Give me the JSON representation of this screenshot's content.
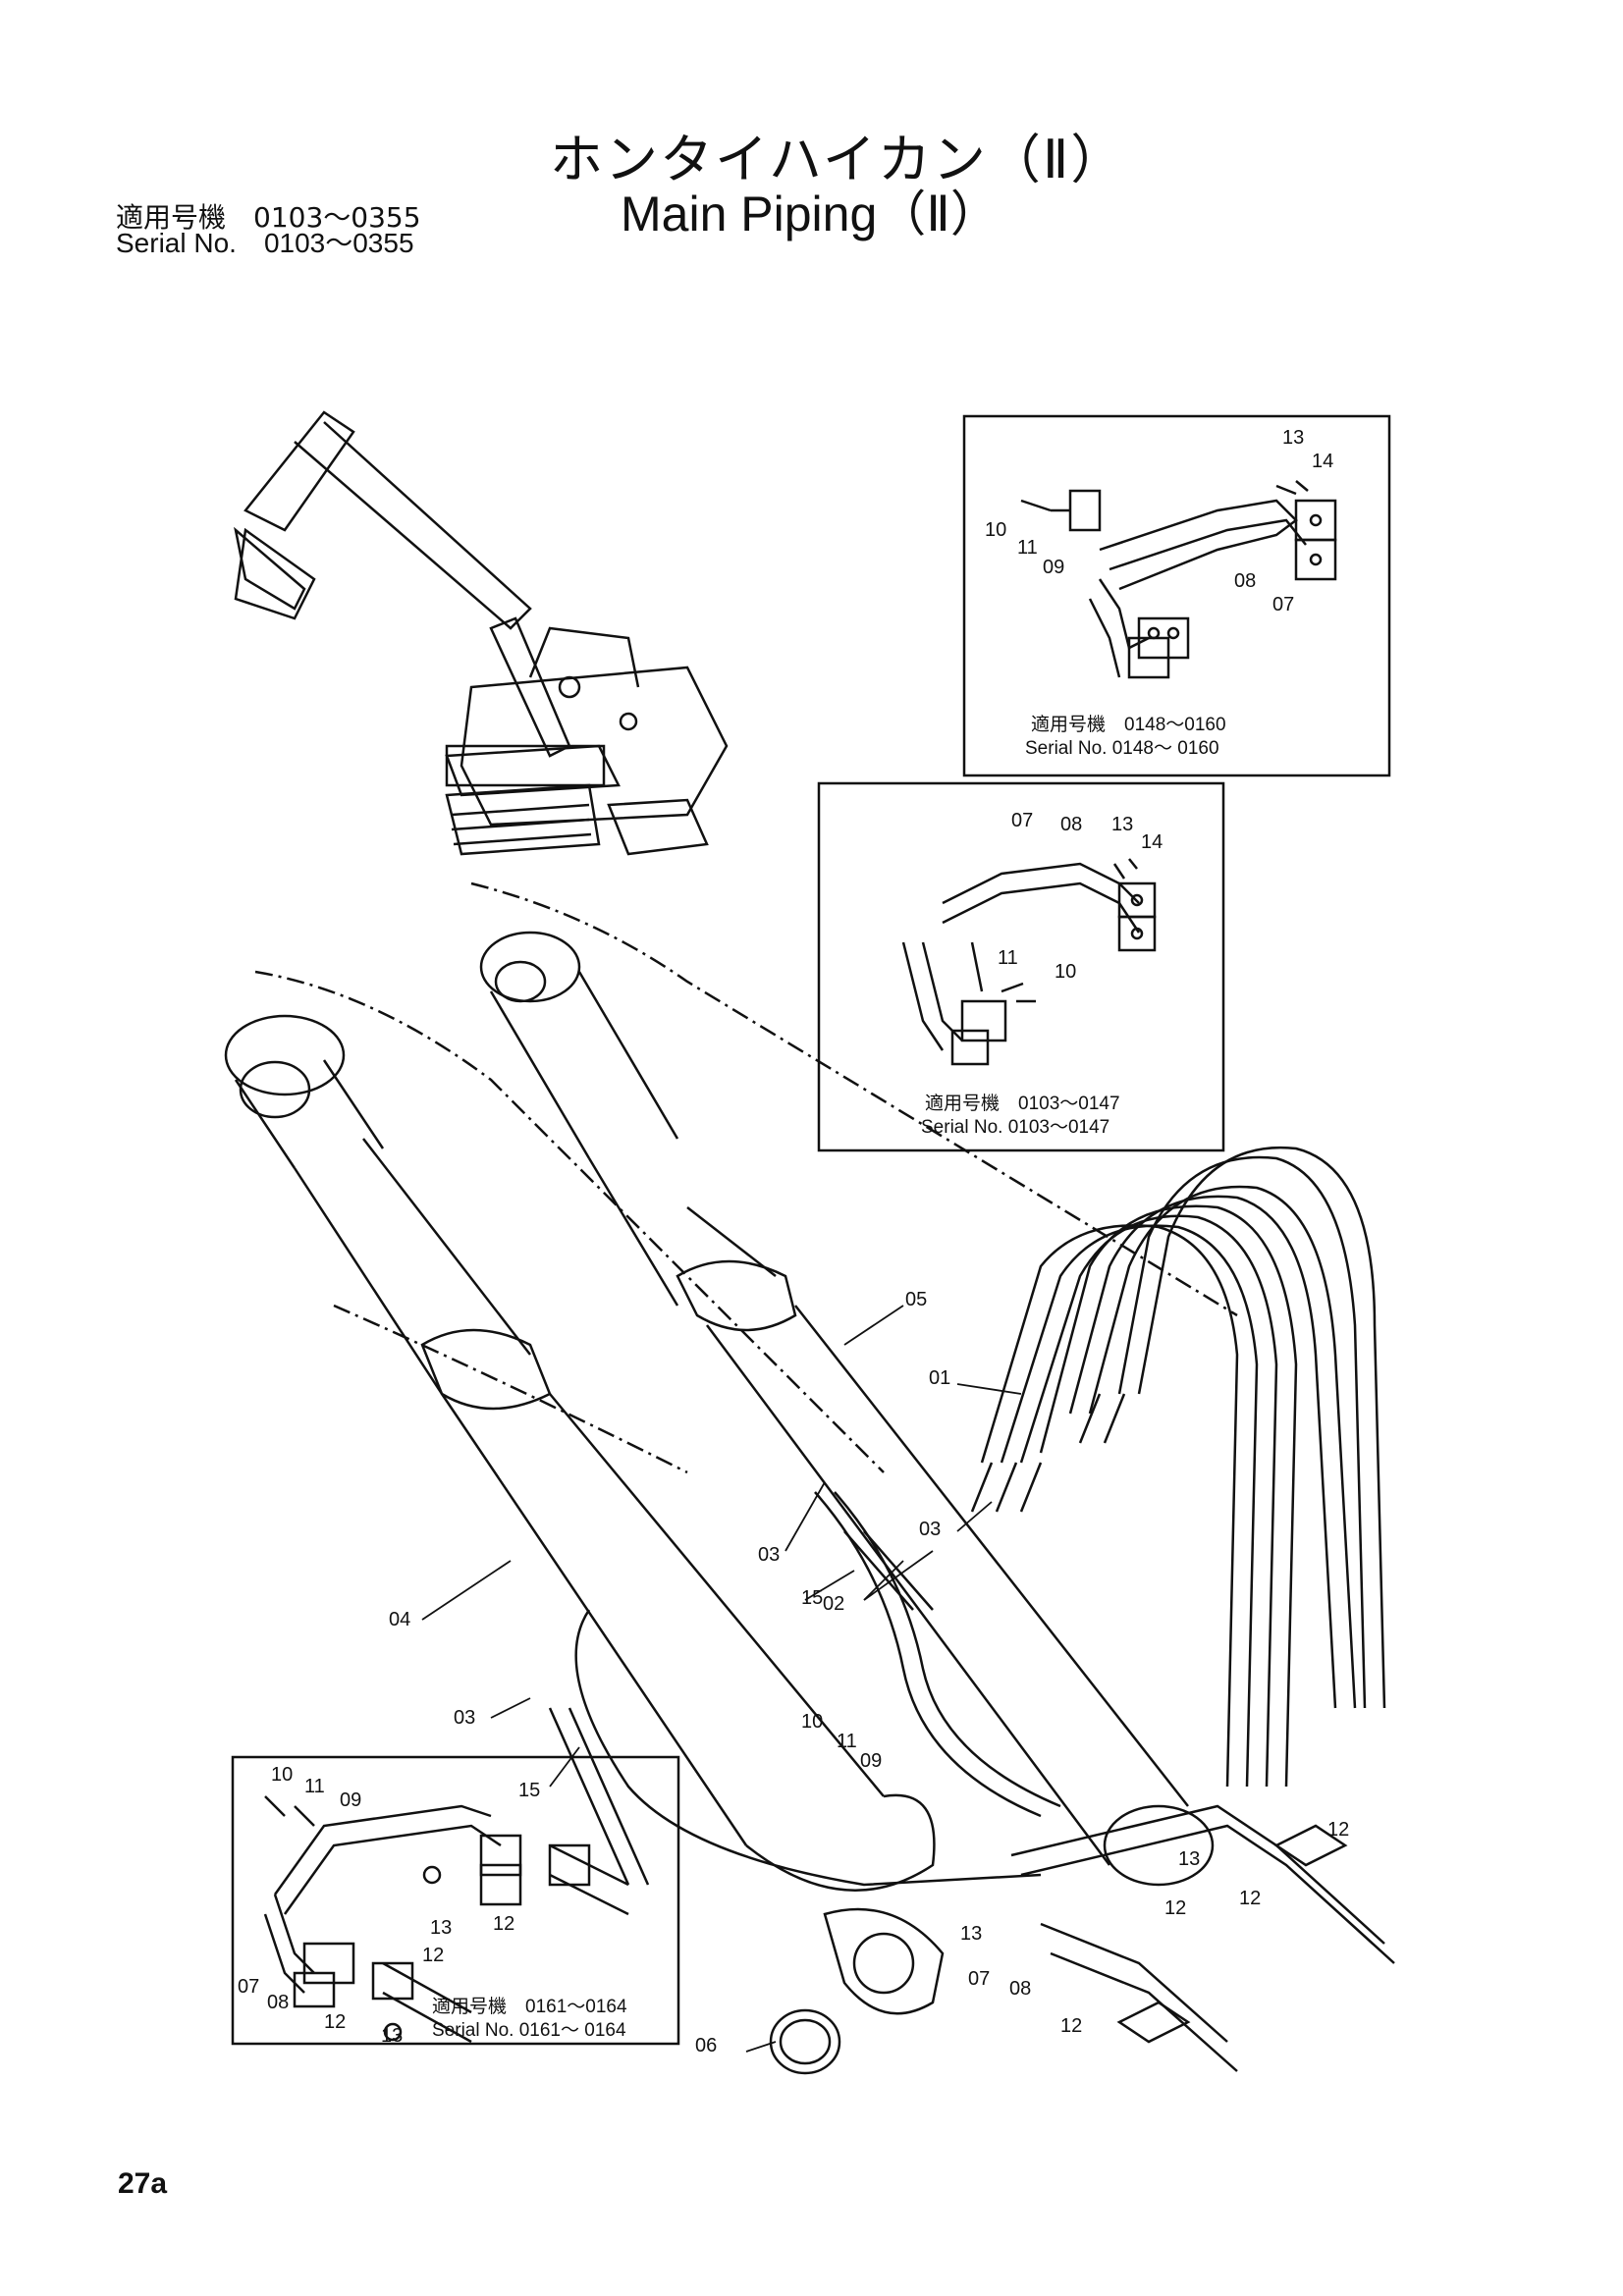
{
  "title": {
    "jp": "ホンタイハイカン（Ⅱ）",
    "en": "Main Piping（Ⅱ）"
  },
  "serial": {
    "jp": "適用号機　0103〜0355",
    "en": "Serial  No.　0103〜0355"
  },
  "page_number": "27a",
  "insets": {
    "top": {
      "caption_jp": "適用号機　0148〜0160",
      "caption_en": "Serial No. 0148〜 0160",
      "labels": [
        "13",
        "14",
        "10",
        "11",
        "09",
        "08",
        "07"
      ]
    },
    "middle": {
      "caption_jp": "適用号機　0103〜0147",
      "caption_en": "Serial No. 0103〜0147",
      "labels": [
        "07",
        "08",
        "13",
        "14",
        "11",
        "10"
      ]
    },
    "bottom": {
      "caption_jp": "適用号機　0161〜0164",
      "caption_en": "Serial No. 0161〜 0164",
      "labels": [
        "10",
        "11",
        "09",
        "13",
        "12",
        "12",
        "07",
        "08",
        "12",
        "13"
      ]
    }
  },
  "main_labels": [
    "05",
    "01",
    "03",
    "03",
    "15",
    "02",
    "04",
    "03",
    "15",
    "10",
    "11",
    "09",
    "12",
    "12",
    "13",
    "12",
    "13",
    "07",
    "08",
    "12",
    "06"
  ]
}
